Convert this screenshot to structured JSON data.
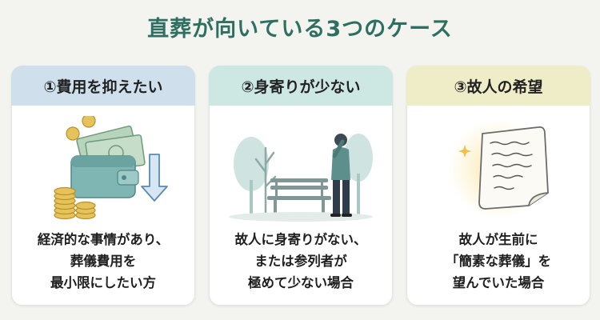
{
  "title": "直葬が向いている3つのケース",
  "cards": [
    {
      "header": "①費用を抑えたい",
      "header_color": "#cfe0ec",
      "lines": [
        "経済的な事情があり、",
        "葬儀費用を",
        "最小限にしたい方"
      ]
    },
    {
      "header": "②身寄りが少ない",
      "header_color": "#cde7e3",
      "lines": [
        "故人に身寄りがない、",
        "または参列者が",
        "極めて少ない場合"
      ]
    },
    {
      "header": "③故人の希望",
      "header_color": "#eeedc8",
      "lines": [
        "故人が生前に",
        "「簡素な葬儀」を",
        "望んでいた場合"
      ]
    }
  ],
  "icons": [
    "wallet-coins-icon",
    "person-bench-park-icon",
    "scroll-letter-icon"
  ],
  "colors": {
    "title": "#2e6f62",
    "background": "#f3f4f0"
  }
}
